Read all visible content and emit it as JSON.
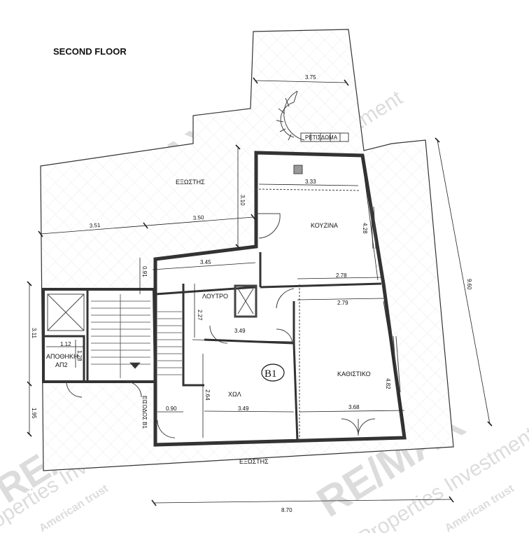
{
  "title": "SECOND FLOOR",
  "unit_label": "B1",
  "rooms": {
    "terrace_top": "ΕΞΩΣΤΗΣ",
    "terrace_bottom": "ΕΞΩΣΤΗΣ",
    "kitchen": "ΚΟΥΖΙΝΑ",
    "bathroom": "ΛΟΥΤΡΟ",
    "hall": "ΧΩΛ",
    "living": "ΚΑΘΙΣΤΙΚΟ",
    "storage_1": "ΑΠΟΘΗΚΗ",
    "storage_2": "ΑΠ2",
    "entrance": "ΕΙΣΟΔΟΣ Β1",
    "stair_note": "ΡΕΤΙΣΔΩΜΑ"
  },
  "dimensions": {
    "d375": "3.75",
    "d333": "3.33",
    "d310": "3.10",
    "d351": "3.51",
    "d350": "3.50",
    "d428": "4.28",
    "d345": "3.45",
    "d091": "0.91",
    "d278": "2.78",
    "d279": "2.79",
    "d227": "2.27",
    "d349a": "3.49",
    "d311": "3.11",
    "d112": "1.12",
    "d128": "1.28",
    "d482": "4.82",
    "d264": "2.64",
    "d195": "1.95",
    "d090": "0.90",
    "d349b": "3.49",
    "d368": "3.68",
    "d960": "9.60",
    "d870": "8.70"
  },
  "watermarks": {
    "brand": "RE/MAX",
    "line1": "Properties Investment",
    "line2": "American trust"
  }
}
